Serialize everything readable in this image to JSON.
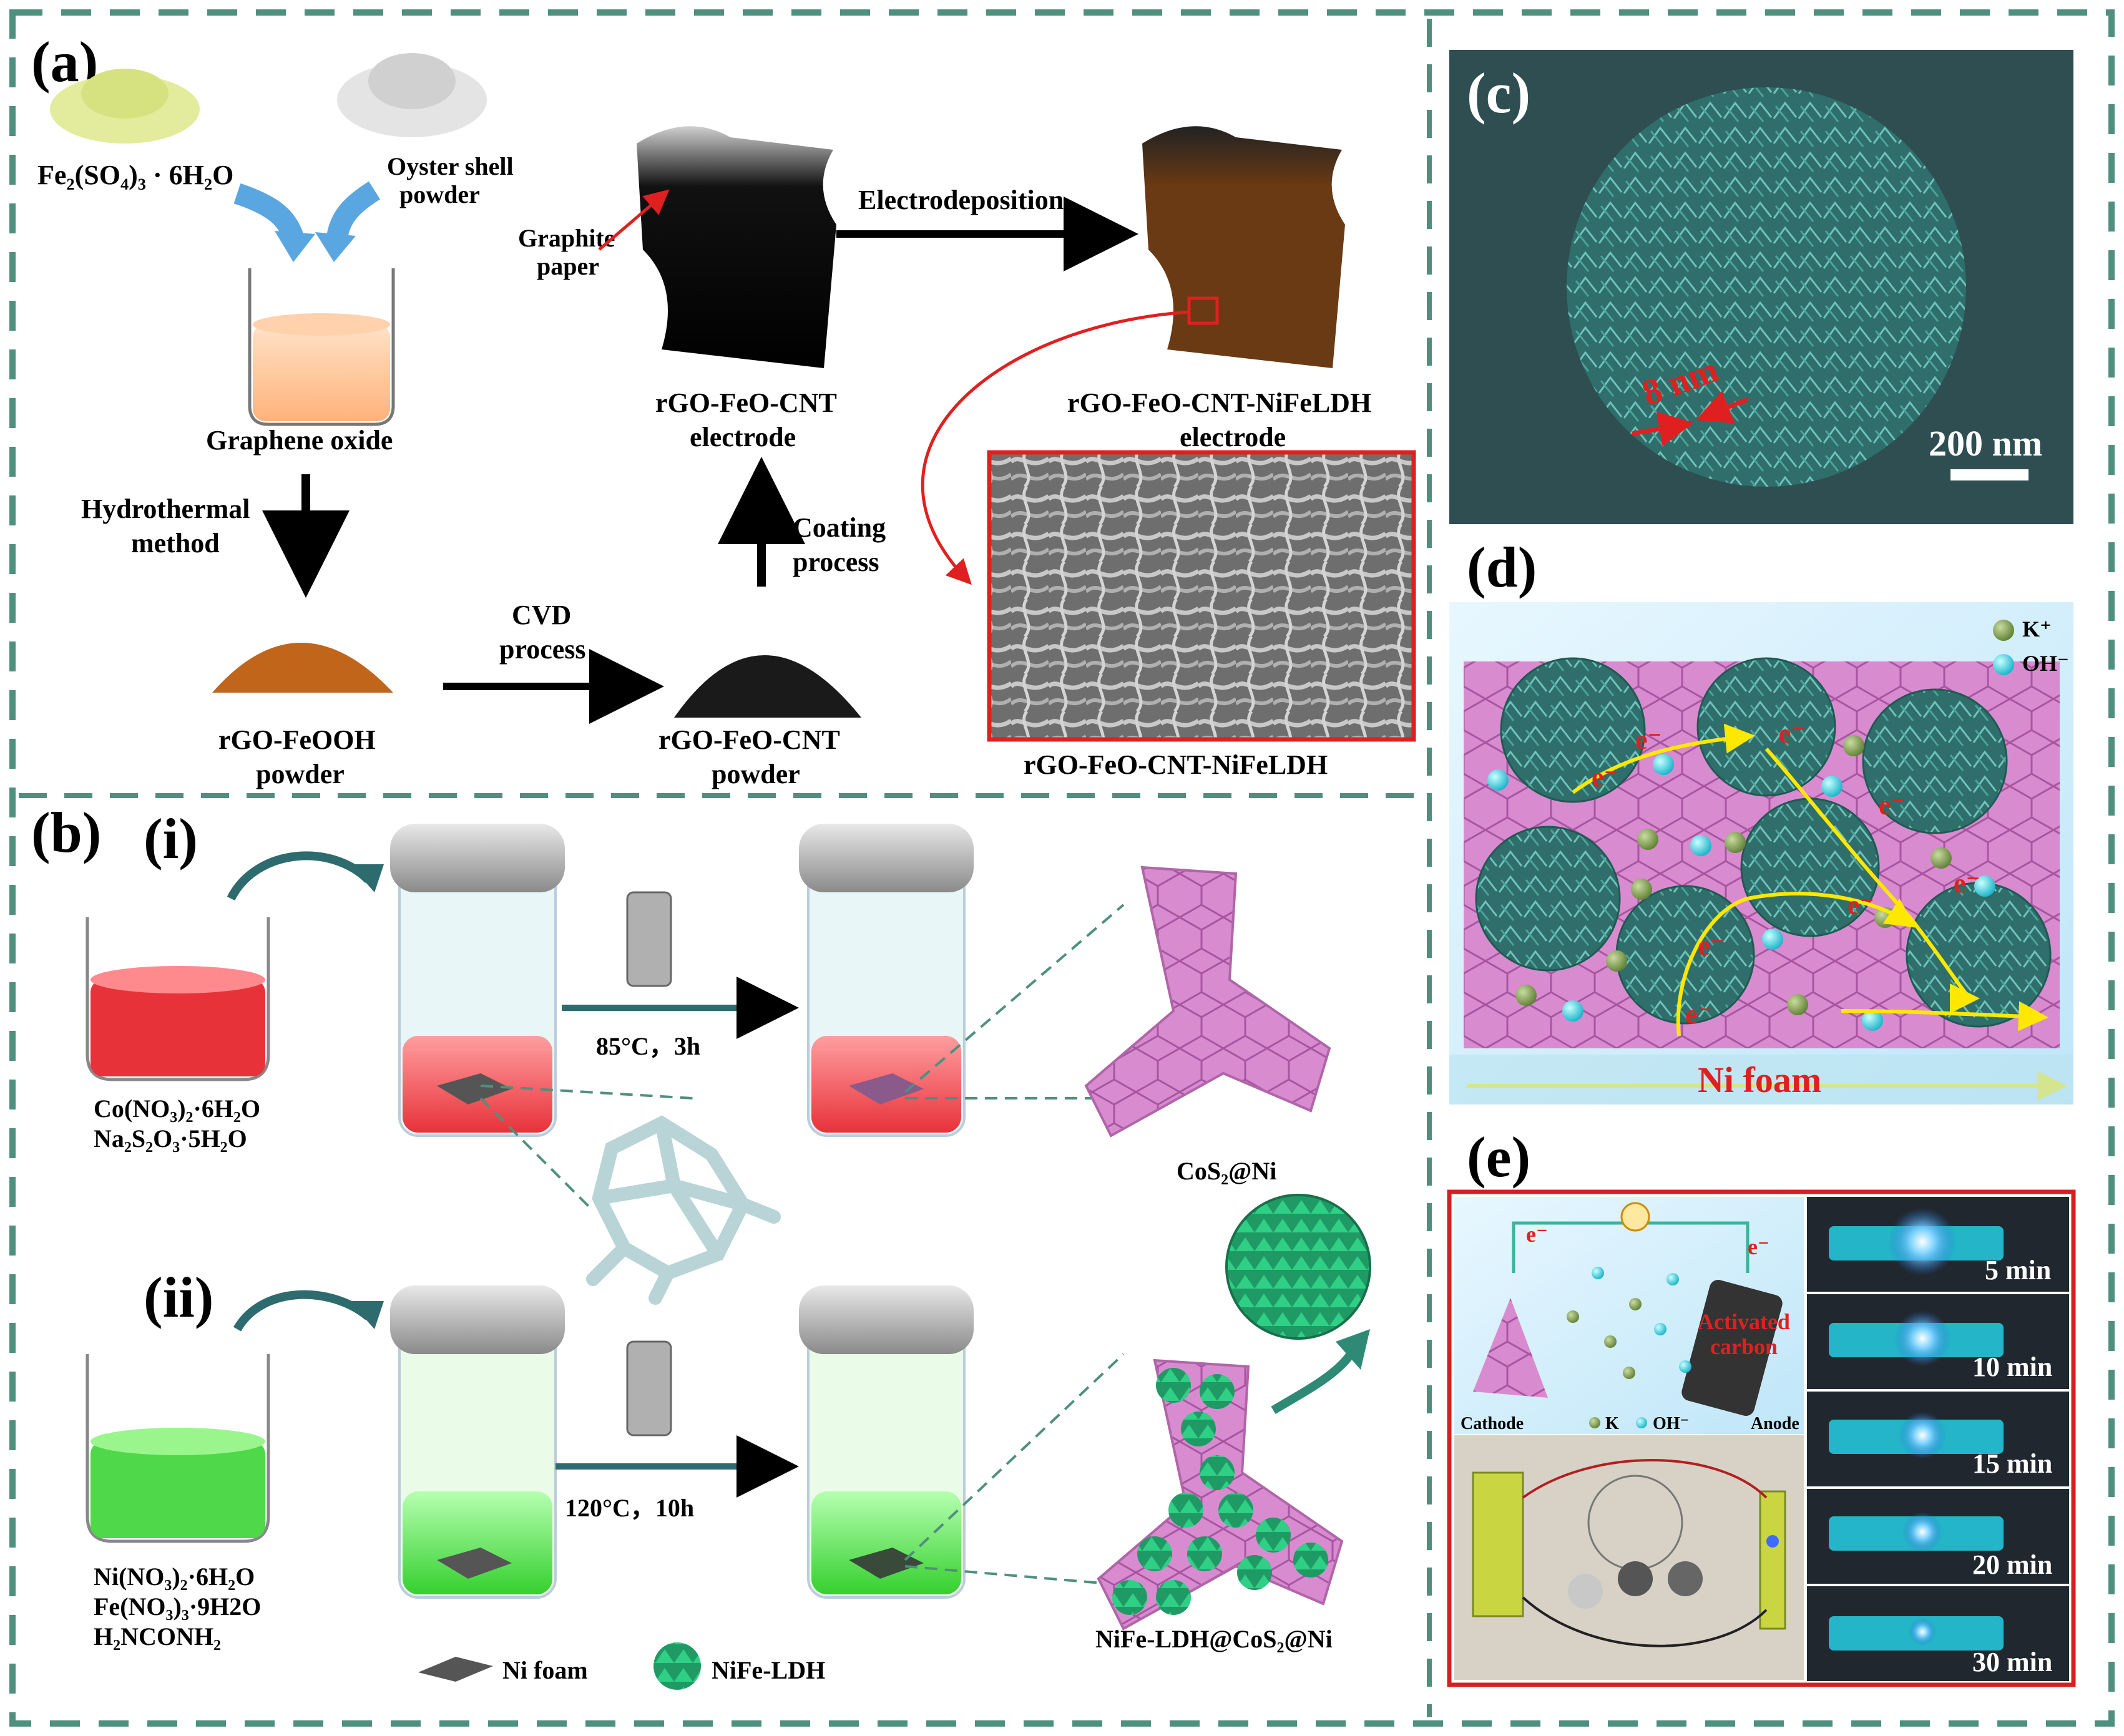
{
  "panels": {
    "a": {
      "letter": "(a)",
      "reagent_left": "Fe₂(SO₄)₃ · 6H₂O",
      "reagent_right_l1": "Oyster shell",
      "reagent_right_l2": "powder",
      "beaker_label": "Graphene oxide",
      "step_hydro_l1": "Hydrothermal",
      "step_hydro_l2": "method",
      "powder1_l1": "rGO-FeOOH",
      "powder1_l2": "powder",
      "step_cvd_l1": "CVD",
      "step_cvd_l2": "process",
      "powder2_l1": "rGO-FeO-CNT",
      "powder2_l2": "powder",
      "step_coating_l1": "Coating",
      "step_coating_l2": "process",
      "graphite_l1": "Graphite",
      "graphite_l2": "paper",
      "electrode1_l1": "rGO-FeO-CNT",
      "electrode1_l2": "electrode",
      "step_electrodep": "Electrodeposition",
      "electrode2_l1": "rGO-FeO-CNT-NiFeLDH",
      "electrode2_l2": "electrode",
      "sem_caption": "rGO-FeO-CNT-NiFeLDH"
    },
    "b": {
      "letter": "(b)",
      "sub_i": "(i)",
      "sub_ii": "(ii)",
      "reagents_i_l1": "Co(NO₃)₂·6H₂O",
      "reagents_i_l2": "Na₂S₂O₃·5H₂O",
      "cond_i": "85°C，3h",
      "product_i": "CoS₂@Ni",
      "reagents_ii_l1": "Ni(NO₃)₂·6H₂O",
      "reagents_ii_l2": "Fe(NO₃)₃·9H2O",
      "reagents_ii_l3": "H₂NCONH₂",
      "cond_ii": "120°C，10h",
      "product_ii": "NiFe-LDH@CoS₂@Ni",
      "legend_nifoam": "Ni foam",
      "legend_ldh": "NiFe-LDH"
    },
    "c": {
      "letter": "(c)",
      "measure": "8 nm",
      "scalebar": "200 nm"
    },
    "d": {
      "letter": "(d)",
      "legend_k": "K⁺",
      "legend_oh": "OH⁻",
      "electron": "e⁻",
      "substrate": "Ni foam"
    },
    "e": {
      "letter": "(e)",
      "electron": "e⁻",
      "activated_l1": "Activated",
      "activated_l2": "carbon",
      "cathode": "Cathode",
      "anode": "Anode",
      "legend_k": "K",
      "legend_oh": "OH⁻",
      "times": [
        "5 min",
        "10 min",
        "15 min",
        "20 min",
        "30 min"
      ]
    }
  },
  "colors": {
    "frame_dash": "#4f8f7e",
    "red_border": "#d42020",
    "teal": "#2f8f7a",
    "ldh_green": "#2aa070",
    "cobalt_red": "#e8323a",
    "nickel_green": "#4fd84a",
    "rust": "#c0651a",
    "brown_electrode": "#6a3a14",
    "arrow_teal": "#2e6b6e",
    "electron_red": "#e02020",
    "yellow_path": "#ffe800"
  }
}
